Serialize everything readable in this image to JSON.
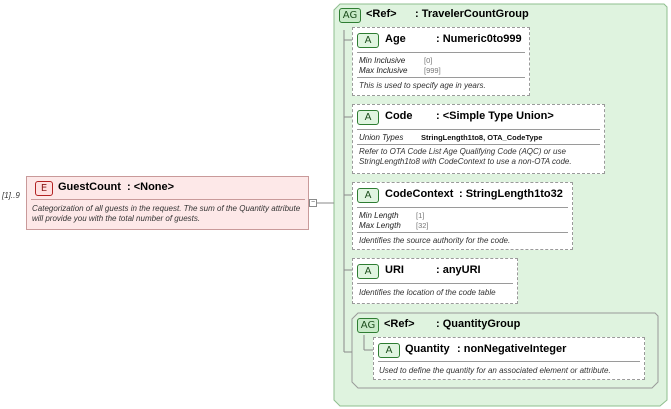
{
  "element": {
    "cardinality": "[1]..9",
    "badge": "E",
    "name": "GuestCount",
    "type": ": <None>",
    "description": "Categorization of all guests in the request.  The sum of the Quantity attribute will provide you with the total number of guests."
  },
  "group": {
    "badge": "AG",
    "ref": "<Ref>",
    "name": ": TravelerCountGroup"
  },
  "attributes": [
    {
      "badge": "A",
      "name": "Age",
      "type": ": Numeric0to999",
      "props": [
        {
          "label": "Min Inclusive",
          "value": "[0]"
        },
        {
          "label": "Max Inclusive",
          "value": "[999]"
        }
      ],
      "description": "This is used to specify age in years."
    },
    {
      "badge": "A",
      "name": "Code",
      "type": ": <Simple Type Union>",
      "union_label": "Union Types",
      "union_value": "StringLength1to8, OTA_CodeType",
      "description": "Refer to OTA Code List Age Qualifying Code (AQC) or use StringLength1to8 with CodeContext to use a non-OTA code."
    },
    {
      "badge": "A",
      "name": "CodeContext",
      "type": ": StringLength1to32",
      "props": [
        {
          "label": "Min Length",
          "value": "[1]"
        },
        {
          "label": "Max Length",
          "value": "[32]"
        }
      ],
      "description": "Identifies the source authority for the code."
    },
    {
      "badge": "A",
      "name": "URI",
      "type": ": anyURI",
      "description": "Identifies the location of the code table"
    }
  ],
  "subgroup": {
    "badge": "AG",
    "ref": "<Ref>",
    "name": ": QuantityGroup",
    "attribute": {
      "badge": "A",
      "name": "Quantity",
      "type": ": nonNegativeInteger",
      "description": "Used to define the quantity for an associated element or attribute."
    }
  },
  "colors": {
    "group_fill": "#dff3df",
    "group_border": "#8fbf8f",
    "element_fill": "#fde8e8",
    "element_border": "#c99a9a"
  }
}
